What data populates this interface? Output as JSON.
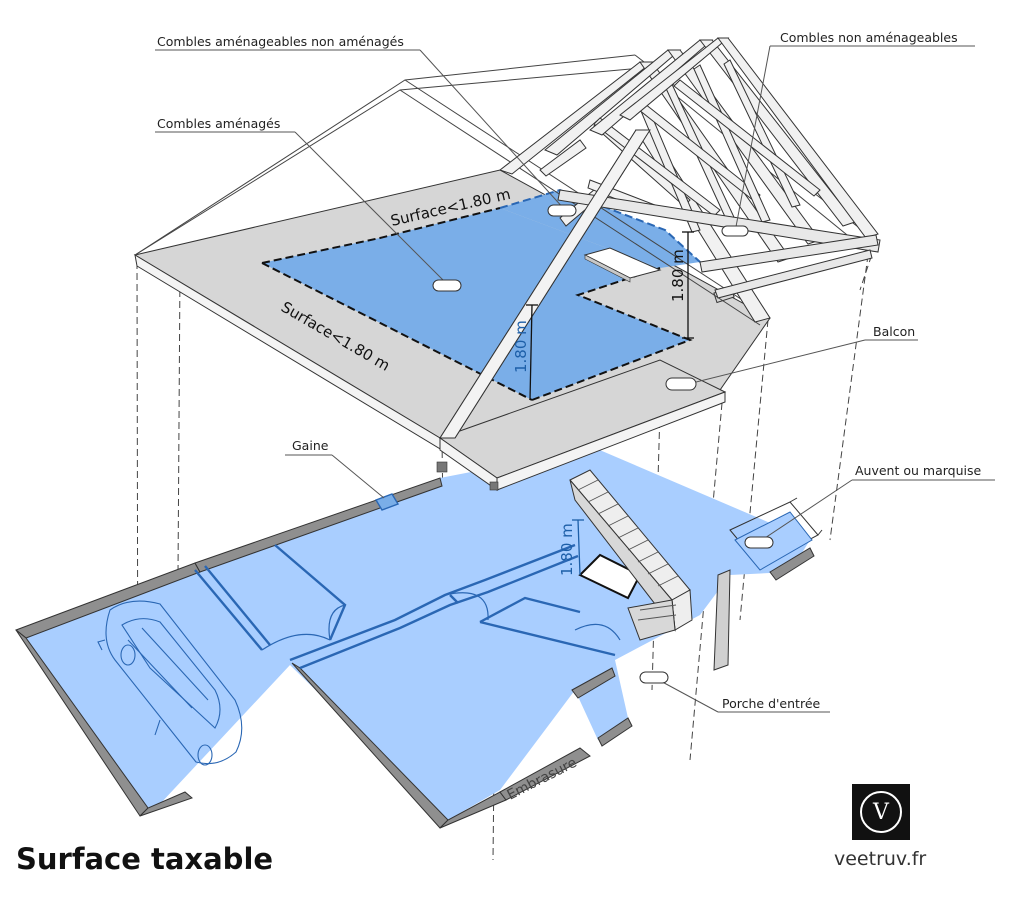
{
  "title": "Surface taxable",
  "brand": {
    "logo_letter": "V",
    "site": "veetruv.fr"
  },
  "callouts": {
    "combles_amenageables": "Combles aménageables non aménagés",
    "combles_non_amenageables": "Combles non aménageables",
    "combles_amenages": "Combles aménagés",
    "balcon": "Balcon",
    "gaine": "Gaine",
    "auvent": "Auvent ou marquise",
    "porche": "Porche d'entrée",
    "embrasure": "Embrasure"
  },
  "dimensions": {
    "surface_top": "Surface<1.80 m",
    "surface_left": "Surface<1.80 m",
    "height_attic_right": "1.80 m",
    "height_attic_center": "1.80 m",
    "height_stair": "1.80 m"
  },
  "colors": {
    "attic_fill": "#7aaee8",
    "ground_fill": "#a9ceff",
    "slab_top": "#d6d6d6",
    "slab_side": "#f4f4f4",
    "wall": "#8f8f8f",
    "blue_line": "#2a67b4"
  }
}
